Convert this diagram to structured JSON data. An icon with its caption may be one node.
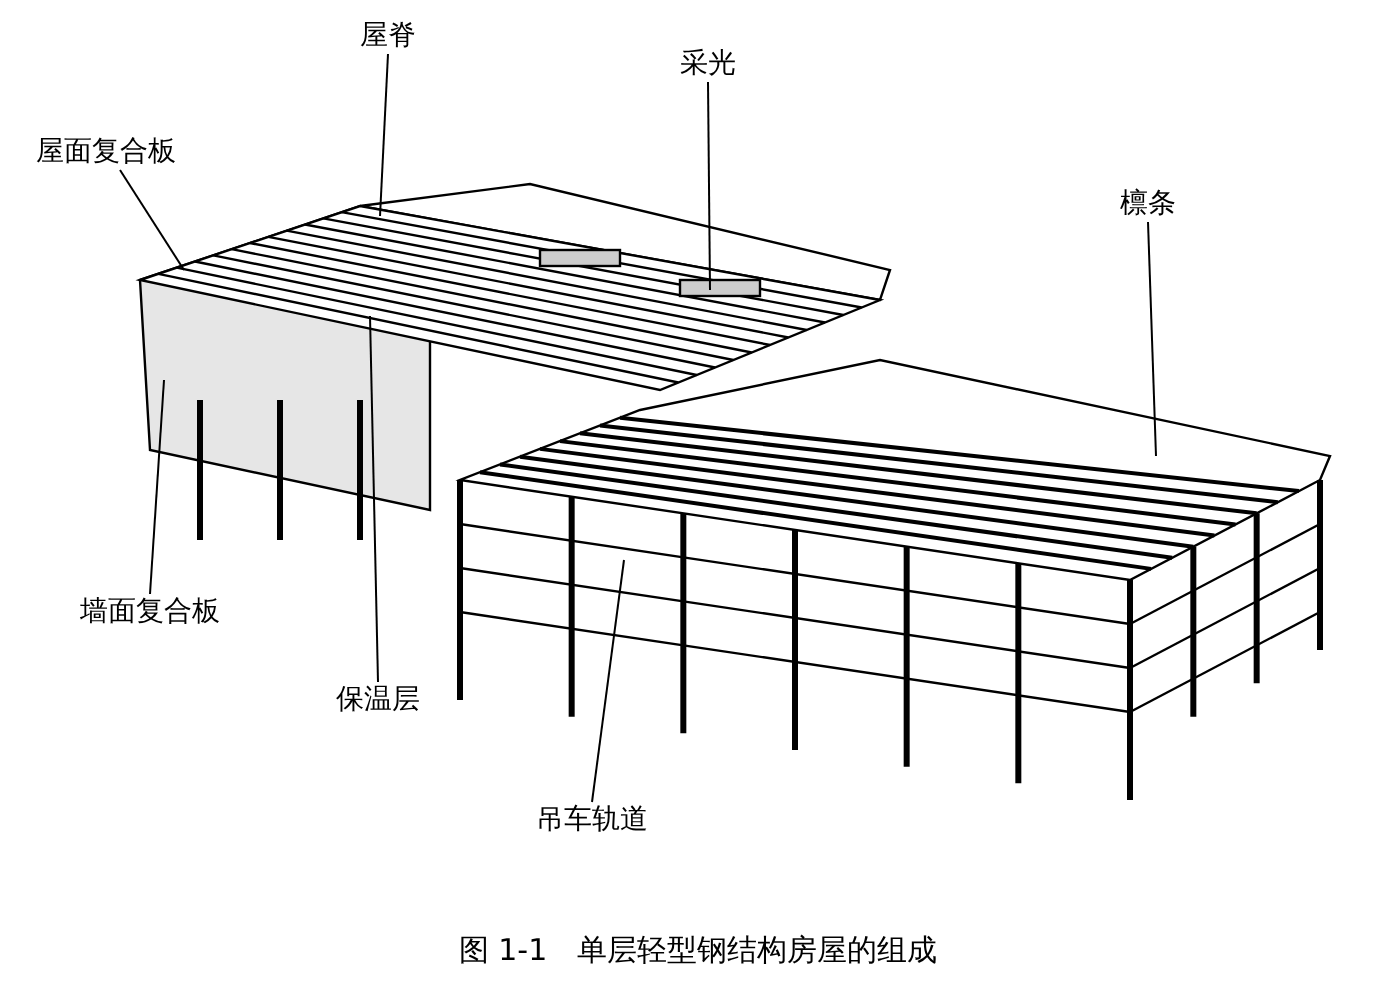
{
  "diagram": {
    "caption": "图 1-1　单层轻型钢结构房屋的组成",
    "nodes": [
      {
        "text": [
          "屋脊"
        ]
      },
      {
        "text": [
          "采光"
        ]
      },
      {
        "text": [
          "屋面复合板"
        ]
      },
      {
        "text": [
          "檩条"
        ]
      },
      {
        "text": [
          "墙面复合板"
        ]
      },
      {
        "text": [
          "保温层"
        ]
      },
      {
        "text": [
          "吊车轨道"
        ]
      }
    ],
    "edges": [
      {
        "from": 0,
        "to": null,
        "arrow": "none"
      },
      {
        "from": 1,
        "to": null,
        "arrow": "none"
      },
      {
        "from": 2,
        "to": null,
        "arrow": "none"
      },
      {
        "from": 3,
        "to": null,
        "arrow": "none"
      },
      {
        "from": 4,
        "to": null,
        "arrow": "none"
      },
      {
        "from": 5,
        "to": null,
        "arrow": "none"
      },
      {
        "from": 6,
        "to": null,
        "arrow": "none"
      }
    ]
  }
}
